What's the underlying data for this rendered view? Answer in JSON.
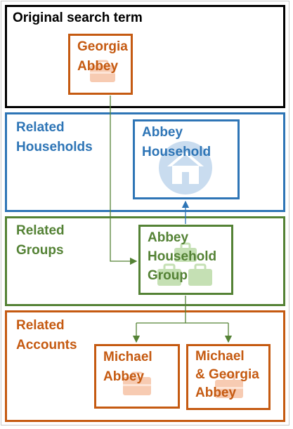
{
  "search": {
    "title": "Original search term",
    "card_line1": "Georgia",
    "card_line2": "Abbey",
    "icon": "briefcase-icon"
  },
  "households": {
    "title_line1": "Related",
    "title_line2": "Households",
    "card_line1": "Abbey",
    "card_line2": "Household",
    "icon": "house-icon"
  },
  "groups": {
    "title_line1": "Related",
    "title_line2": "Groups",
    "card_line1": "Abbey",
    "card_line2": "Household",
    "card_line3": "Group",
    "icon": "briefcase-group-icon"
  },
  "accounts": {
    "title_line1": "Related",
    "title_line2": "Accounts",
    "card1_line1": "Michael",
    "card1_line2": "Abbey",
    "card2_line1": "Michael",
    "card2_line2": "& Georgia",
    "card2_line3": "Abbey",
    "icon": "briefcase-icon"
  },
  "colors": {
    "black": "#000000",
    "blue": "#2e75b6",
    "green": "#548235",
    "orange": "#c55a11"
  }
}
